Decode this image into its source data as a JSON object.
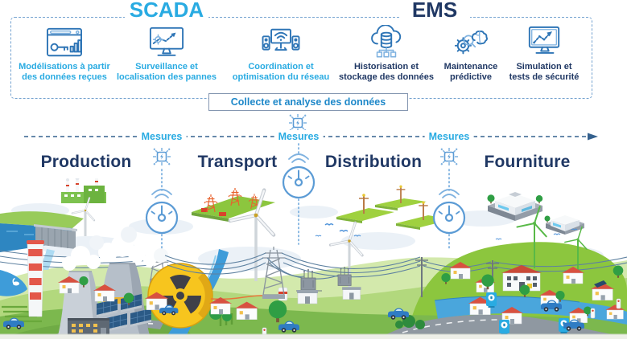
{
  "header": {
    "scada_title": "SCADA",
    "ems_title": "EMS",
    "banner": "Collecte et analyse des données",
    "functions": [
      {
        "icon": "data-modeling-icon",
        "label": "Modélisations à partir des données reçues"
      },
      {
        "icon": "fault-monitoring-icon",
        "label": "Surveillance et localisation des pannes"
      },
      {
        "icon": "network-coordination-icon",
        "label": "Coordination et optimisation du réseau"
      },
      {
        "icon": "cloud-storage-icon",
        "label": "Historisation et stockage des données"
      },
      {
        "icon": "predictive-maintenance-icon",
        "label": "Maintenance prédictive"
      },
      {
        "icon": "security-simulation-icon",
        "label": "Simulation et tests de sécurité"
      }
    ]
  },
  "measurement": {
    "label": "Mesures",
    "sensor_icons": [
      "smart-chip-icon",
      "smart-meter-icon"
    ]
  },
  "sections": [
    {
      "label": "Production"
    },
    {
      "label": "Transport"
    },
    {
      "label": "Distribution"
    },
    {
      "label": "Fourniture"
    }
  ],
  "colors": {
    "scada_blue": "#29ABE2",
    "navy": "#203864",
    "banner_blue": "#1E88C9",
    "flow_line": "#35618E",
    "dashed_border": "#74A2D0",
    "icon_stroke": "#2E75B6",
    "grass_green": "#8CC63E",
    "river_blue": "#3E9CD9",
    "roof_red": "#D85140",
    "nuclear_yellow": "#F7C51E",
    "tower_orange": "#E8622D",
    "car_blue": "#2F7CC4",
    "ev_blue": "#29ABE2"
  }
}
